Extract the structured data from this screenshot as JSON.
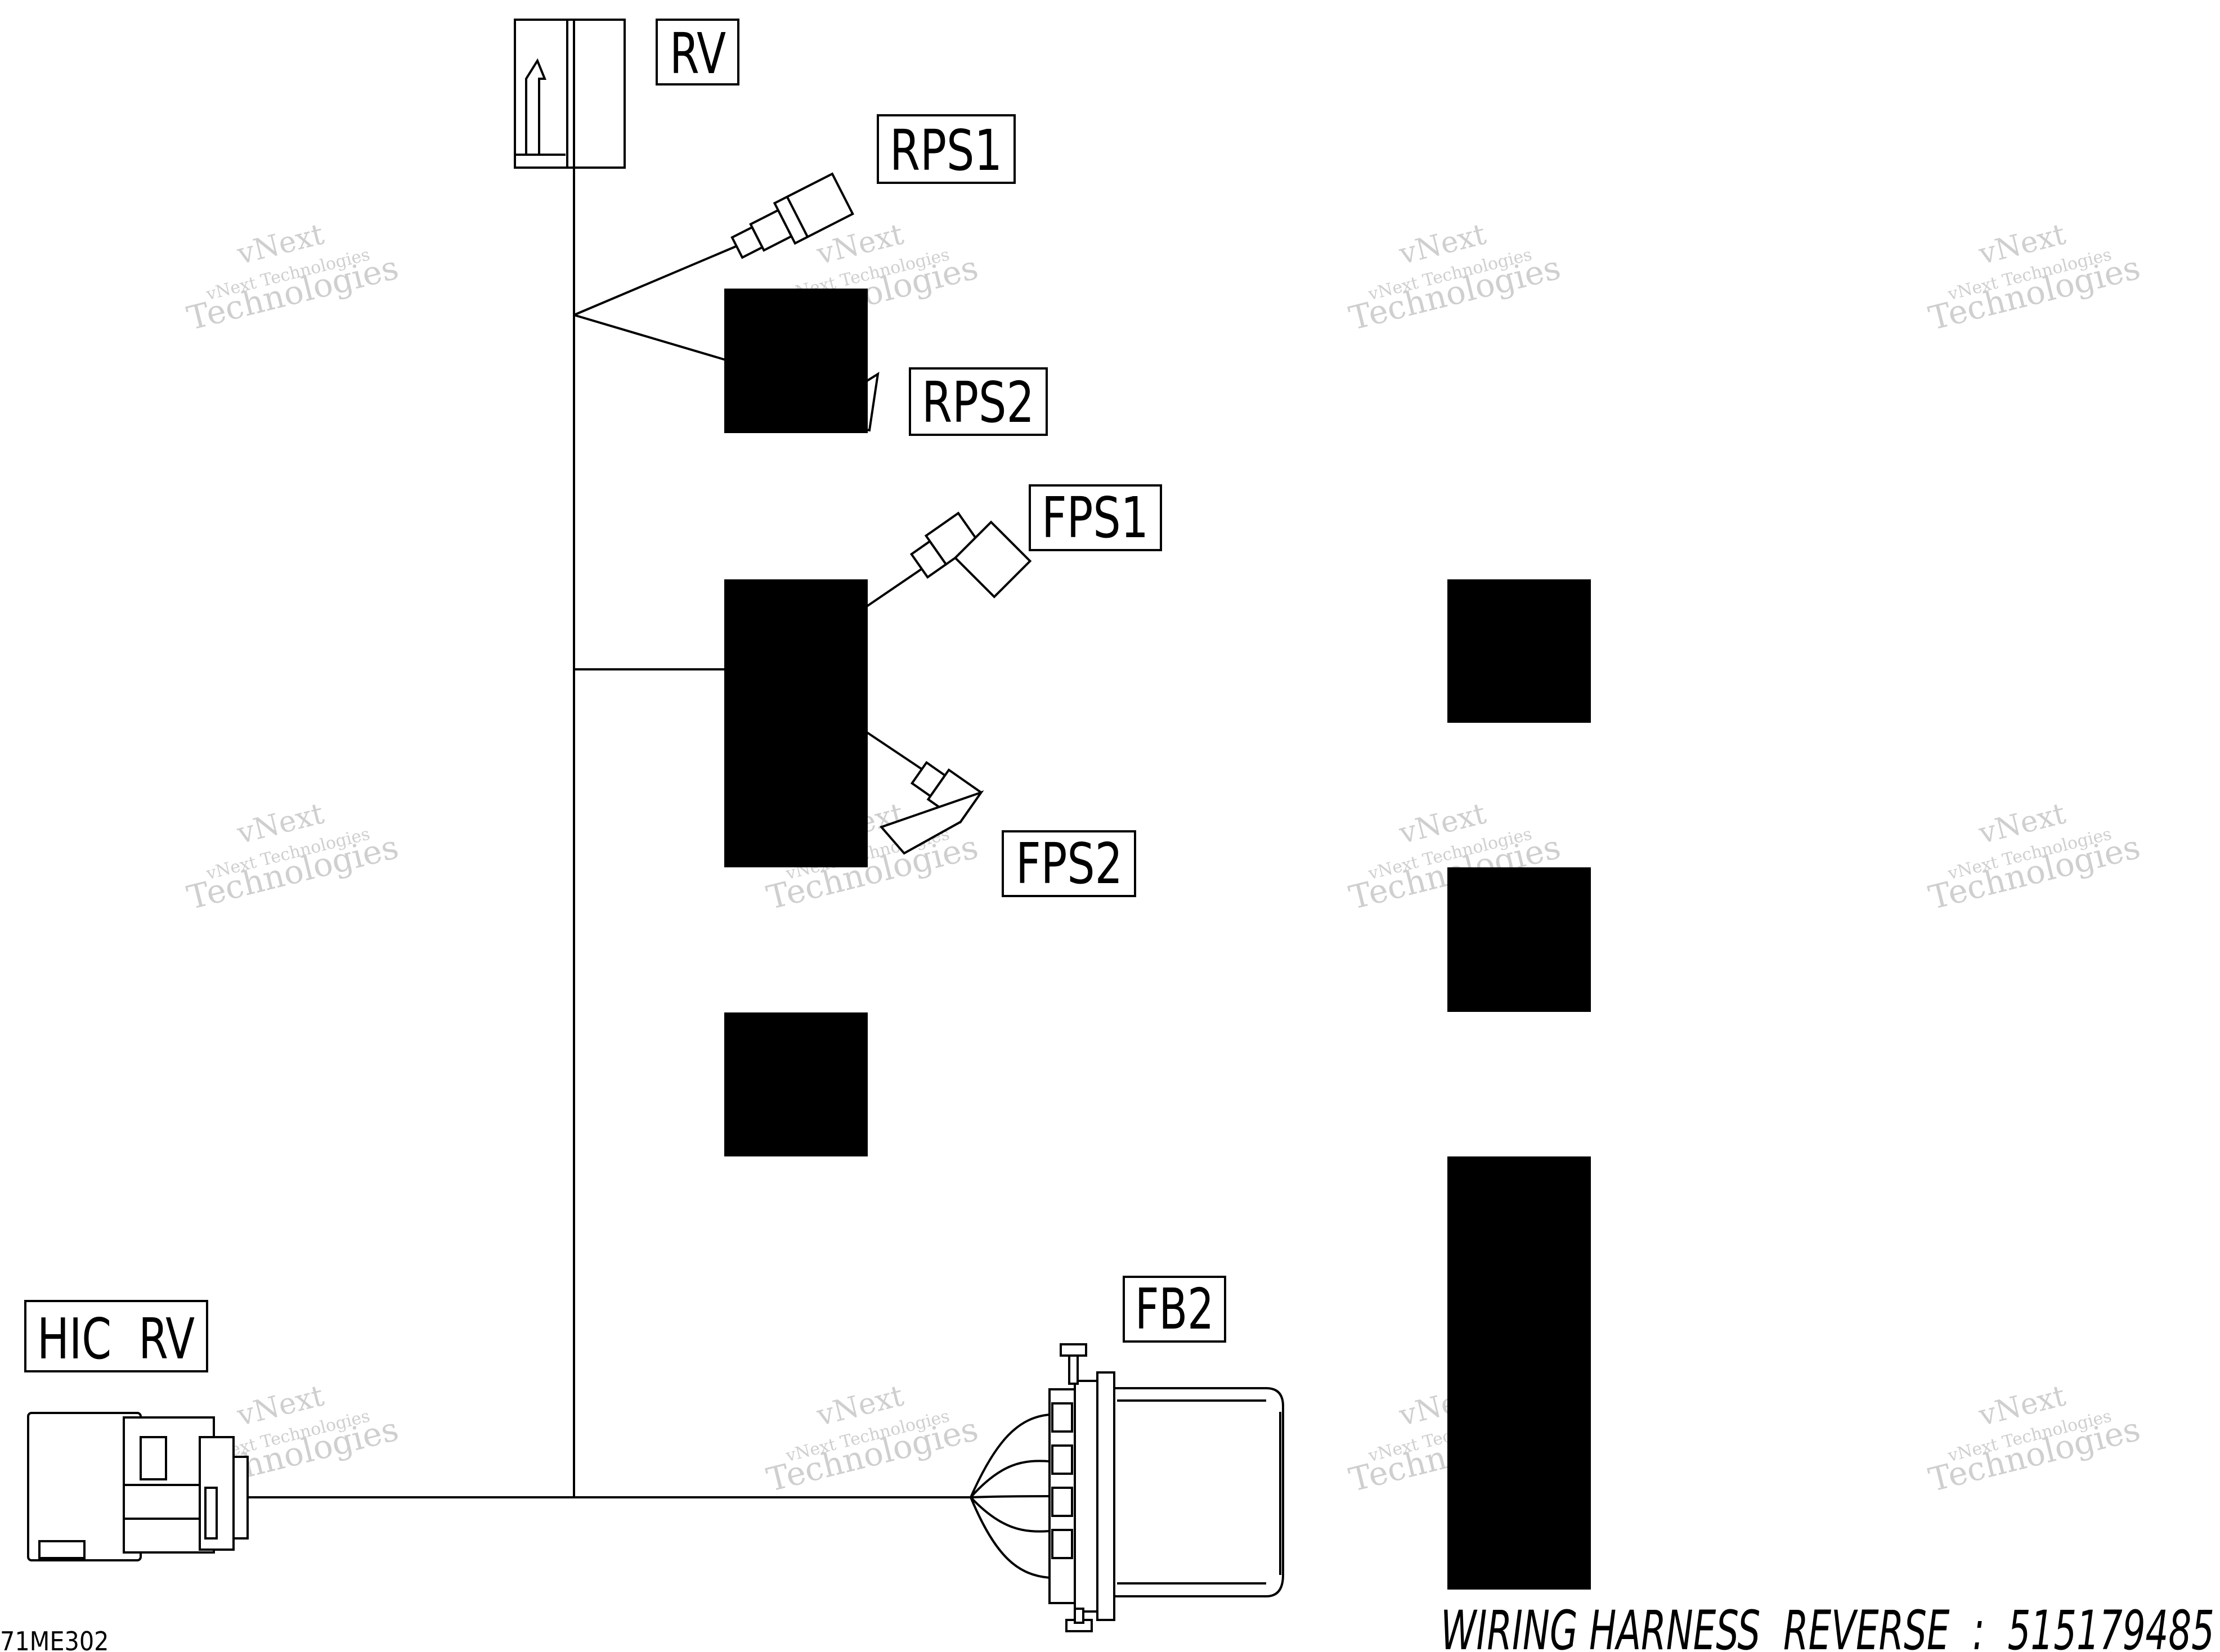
{
  "labels": {
    "rv": "RV",
    "rps1": "RPS1",
    "rps2": "RPS2",
    "fps1": "FPS1",
    "fps2": "FPS2",
    "fb2": "FB2",
    "hic_rv": "HIC  RV"
  },
  "title": "WIRING HARNESS  REVERSE  :  515179485",
  "drawing_code": "71ME302",
  "watermark": {
    "line1": "vNext",
    "line2": "vNext Technologies",
    "line3": "Technologies"
  },
  "colors": {
    "ink": "#000000",
    "paper": "#ffffff",
    "watermark": "#cfcfcf"
  }
}
